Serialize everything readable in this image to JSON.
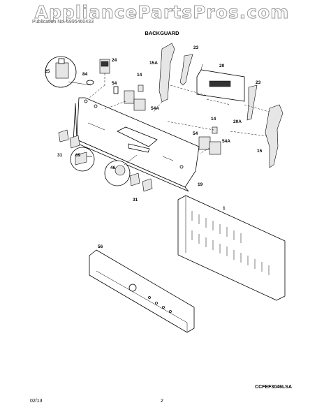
{
  "watermark": "AppliancePartsPros.com",
  "publication": "Publication No. 5995460433",
  "title": "BACKGUARD",
  "model_code": "CCFEF3046LSA",
  "date": "02/13",
  "page_number": "2",
  "callouts": {
    "c25": "25",
    "c84": "84",
    "c24": "24",
    "c14a": "14",
    "c54a": "54",
    "c54a_b": "54A",
    "c15a": "15A",
    "c23a": "23",
    "c20": "20",
    "c23b": "23",
    "c20a": "20A",
    "c14b": "14",
    "c54b": "54",
    "c54a_c": "54A",
    "c15": "15",
    "c31a": "31",
    "c69": "69",
    "c46": "46",
    "c31b": "31",
    "c19": "19",
    "c1": "1",
    "c56": "56"
  }
}
